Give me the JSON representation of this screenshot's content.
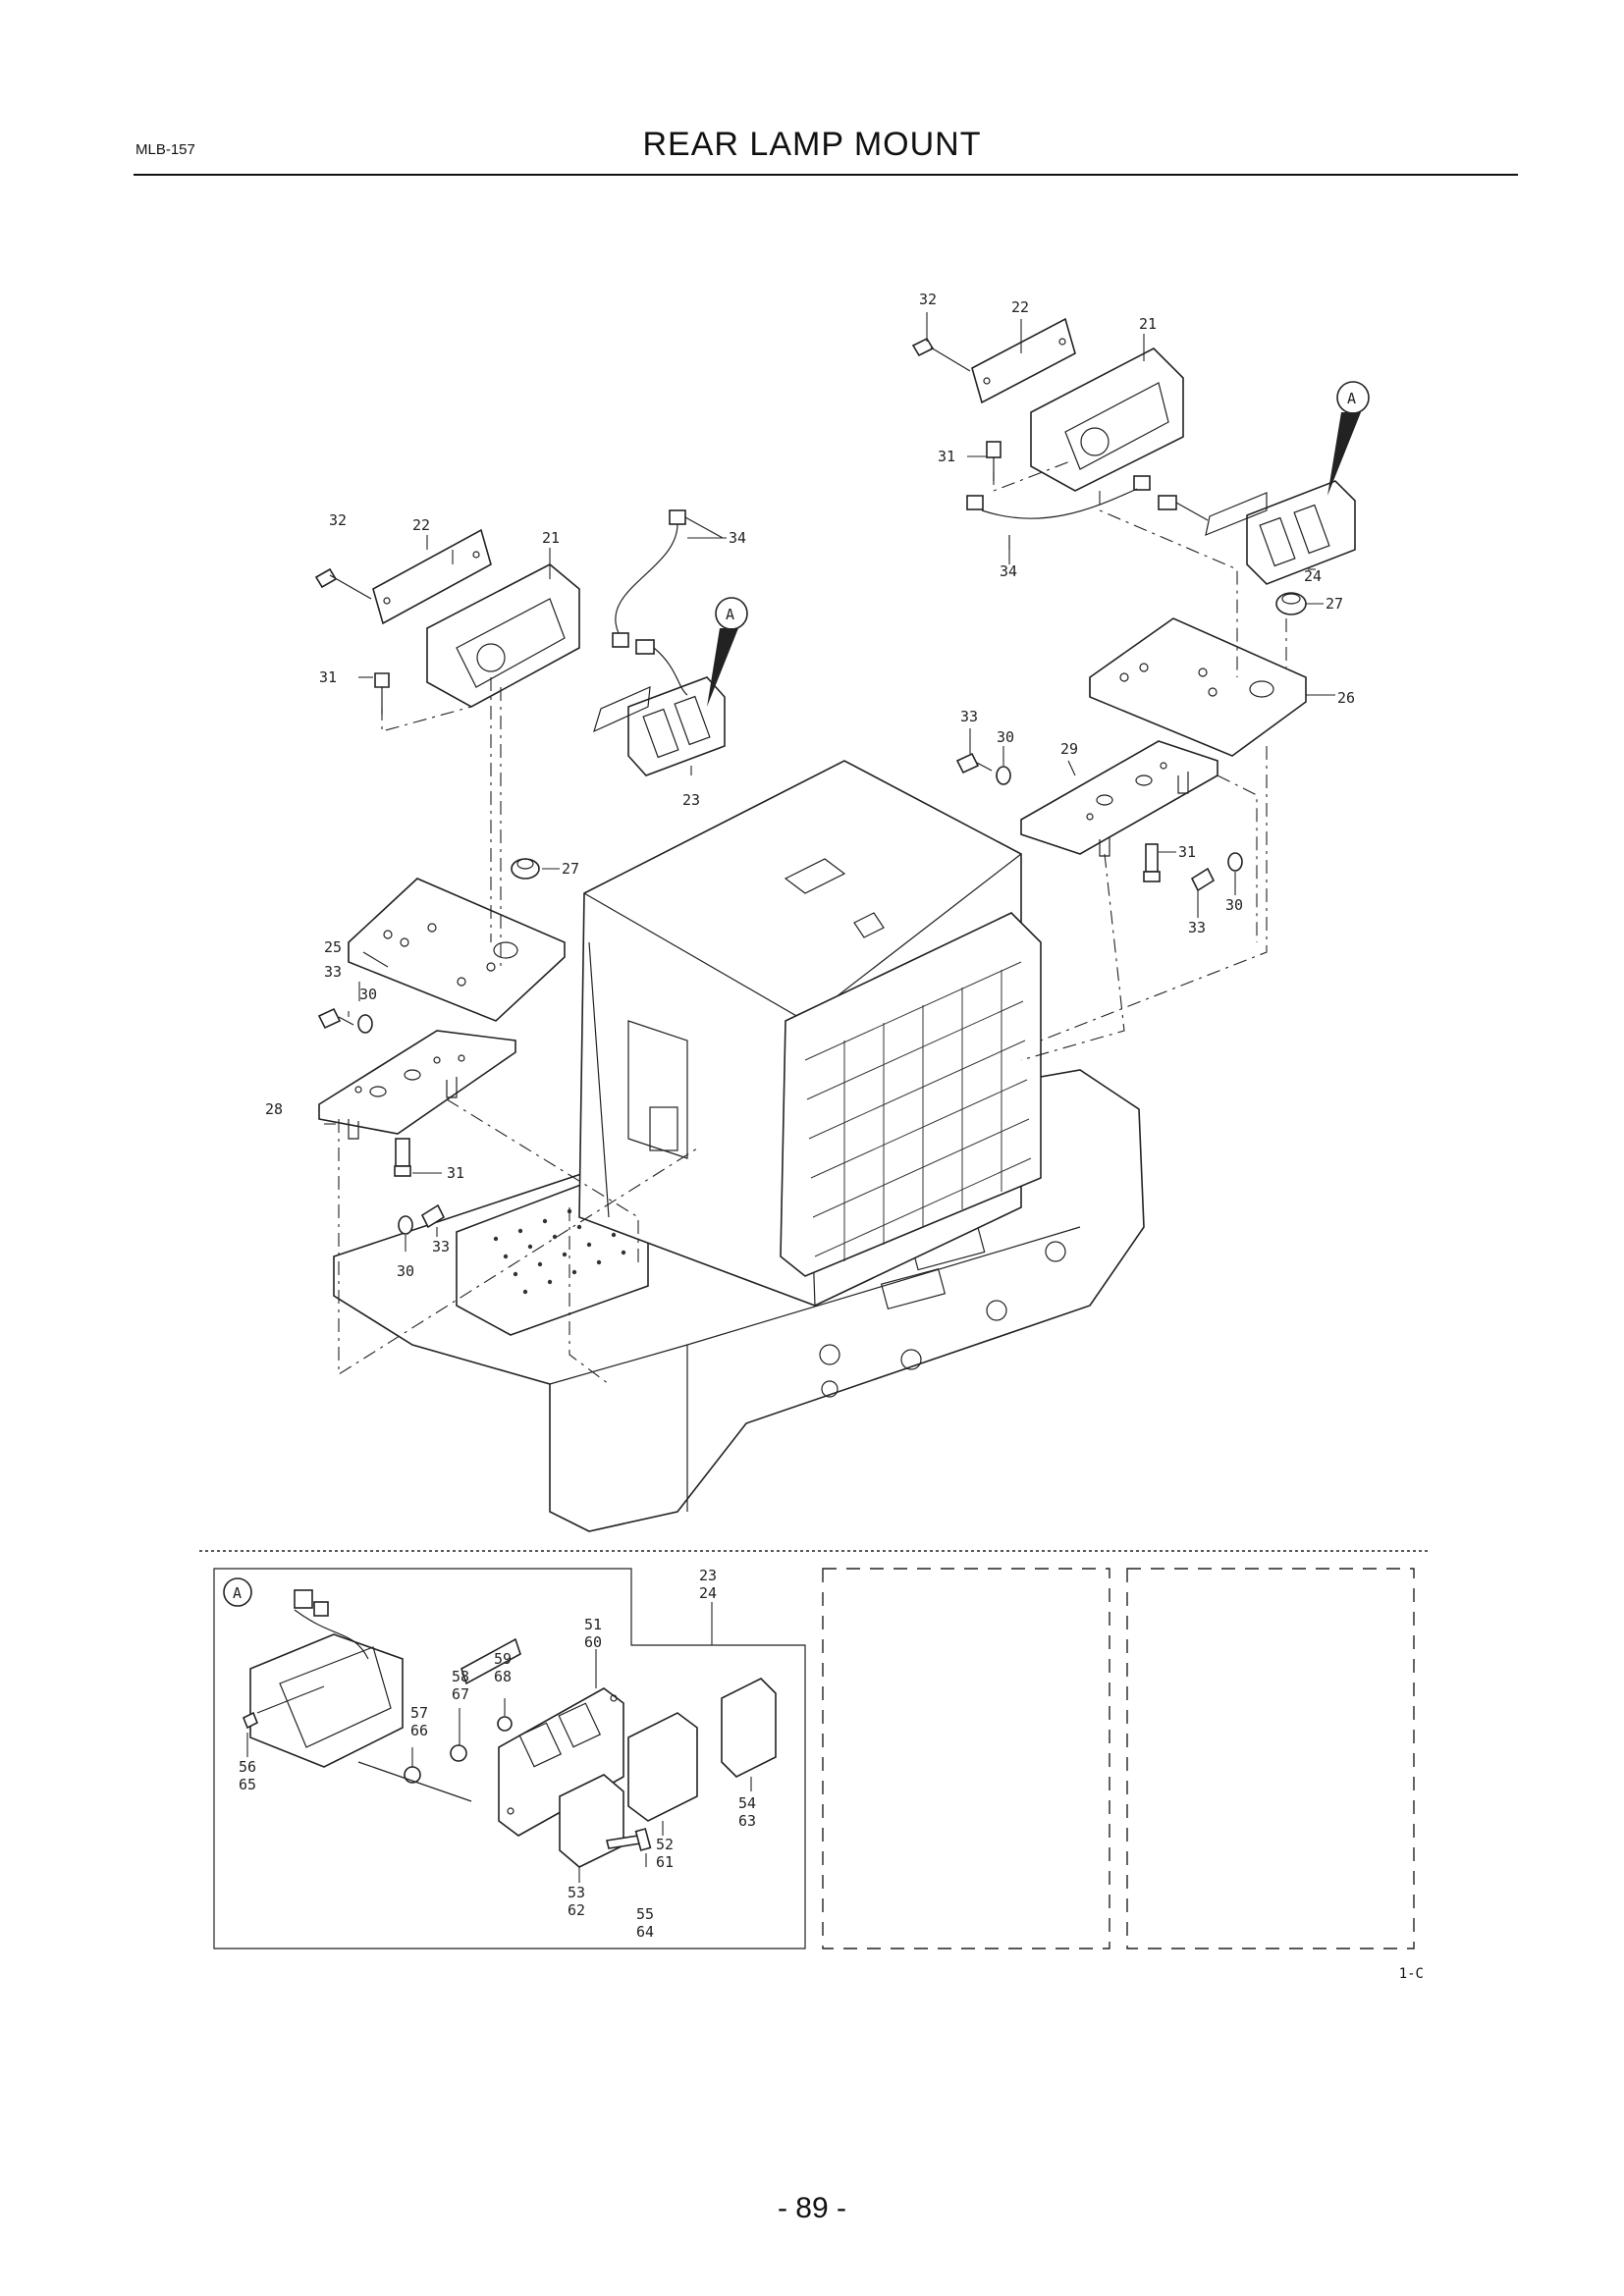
{
  "header": {
    "code": "MLB-157",
    "title": "REAR LAMP MOUNT"
  },
  "callouts": [
    "21",
    "22",
    "23",
    "24",
    "25",
    "26",
    "27",
    "28",
    "29",
    "30",
    "31",
    "32",
    "33",
    "34",
    "51",
    "52",
    "53",
    "54",
    "55",
    "56",
    "57",
    "58",
    "59",
    "60",
    "61",
    "62",
    "63",
    "64",
    "65",
    "66",
    "67",
    "68"
  ],
  "detail_marker": "A",
  "sheet_code": "1-C",
  "page_number": "- 89 -"
}
